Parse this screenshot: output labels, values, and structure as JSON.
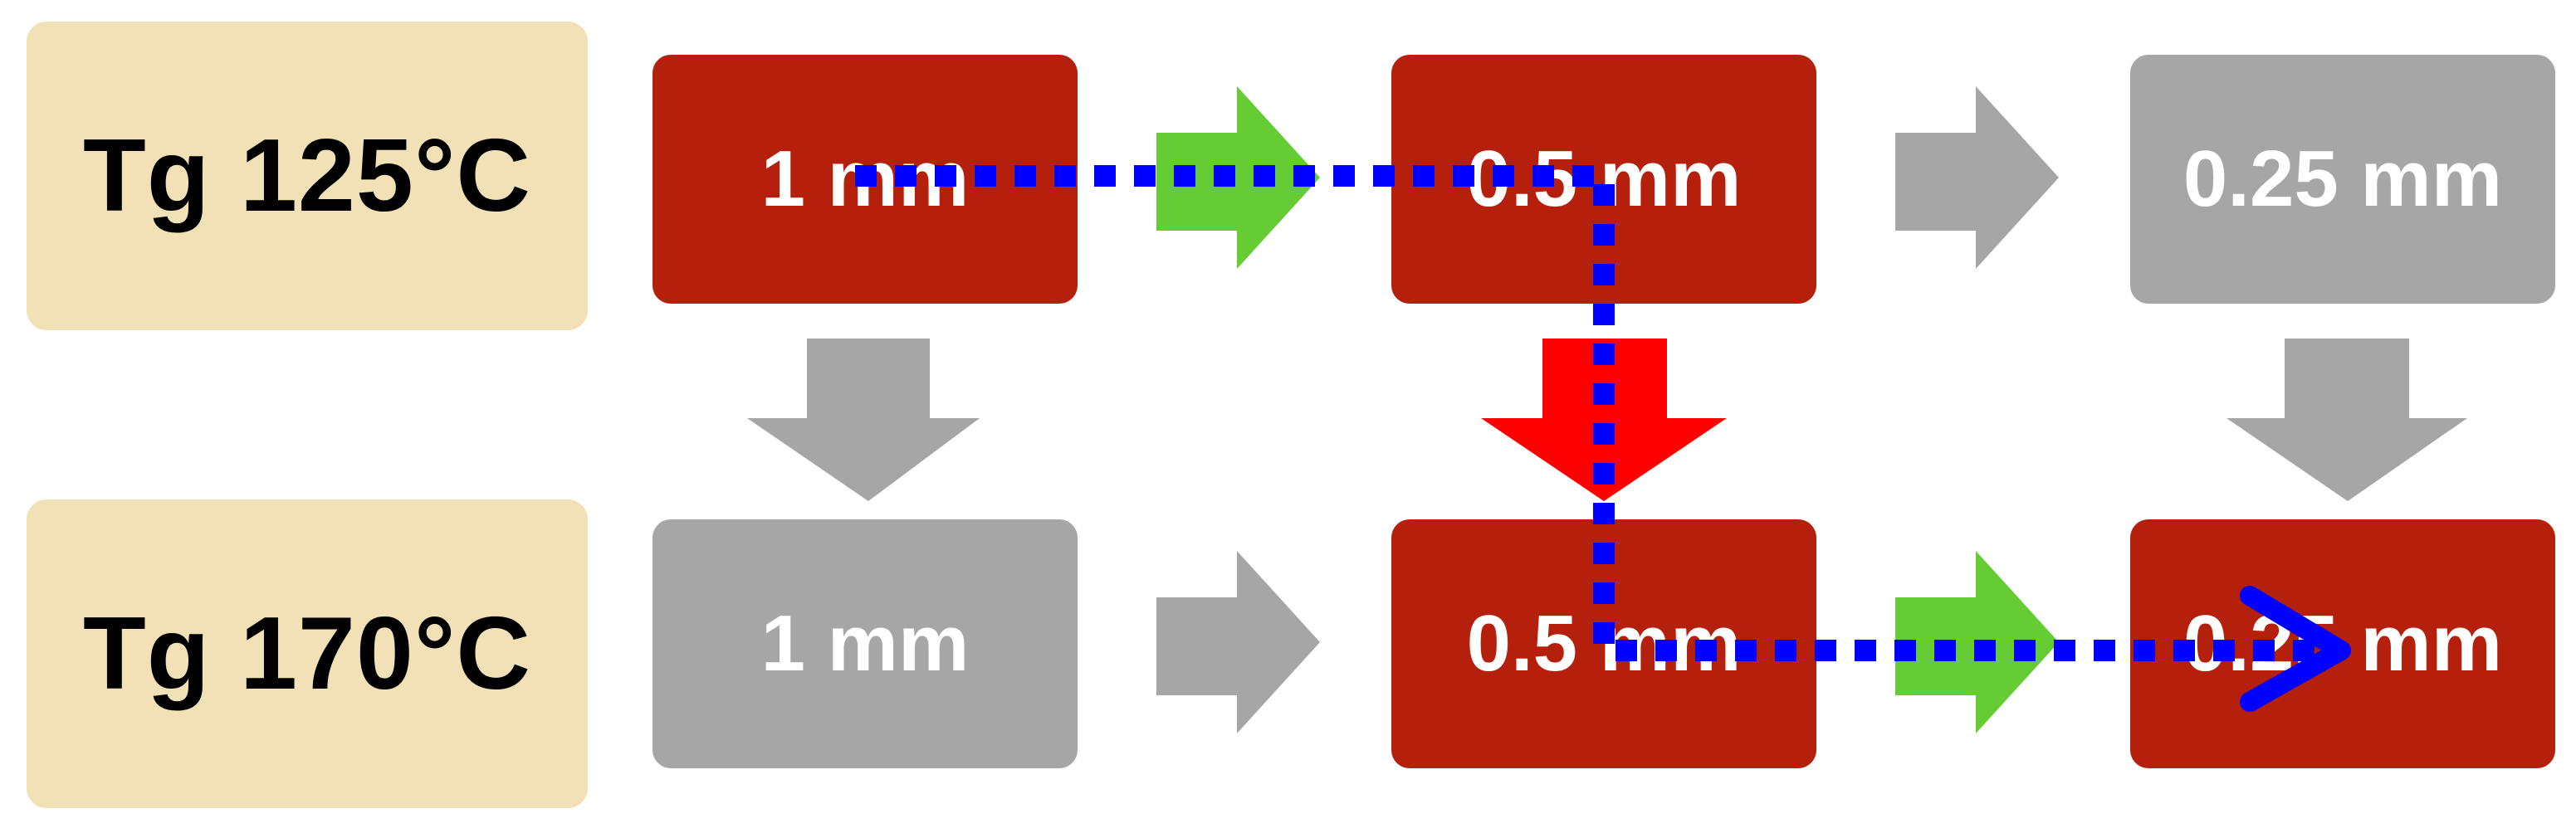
{
  "rows": [
    {
      "label": "Tg 125°C",
      "boxes": [
        {
          "text": "1 mm",
          "state": "active"
        },
        {
          "text": "0.5 mm",
          "state": "active"
        },
        {
          "text": "0.25 mm",
          "state": "inactive"
        }
      ],
      "arrows": [
        "green",
        "gray"
      ]
    },
    {
      "label": "Tg 170°C",
      "boxes": [
        {
          "text": "1 mm",
          "state": "inactive"
        },
        {
          "text": "0.5 mm",
          "state": "active"
        },
        {
          "text": "0.25 mm",
          "state": "active"
        }
      ],
      "arrows": [
        "gray",
        "green"
      ]
    }
  ],
  "vertical_arrows": [
    "gray",
    "red",
    "gray"
  ],
  "path": {
    "style": "dotted",
    "color": "#0000ff",
    "arrowhead": true
  },
  "colors": {
    "active_box": "#b5200d",
    "inactive_box": "#a6a6a6",
    "label_bg": "#f2e1b6",
    "arrow_green": "#66cc33",
    "arrow_gray": "#a6a6a6",
    "arrow_red": "#ff0000",
    "path": "#0000ff"
  }
}
